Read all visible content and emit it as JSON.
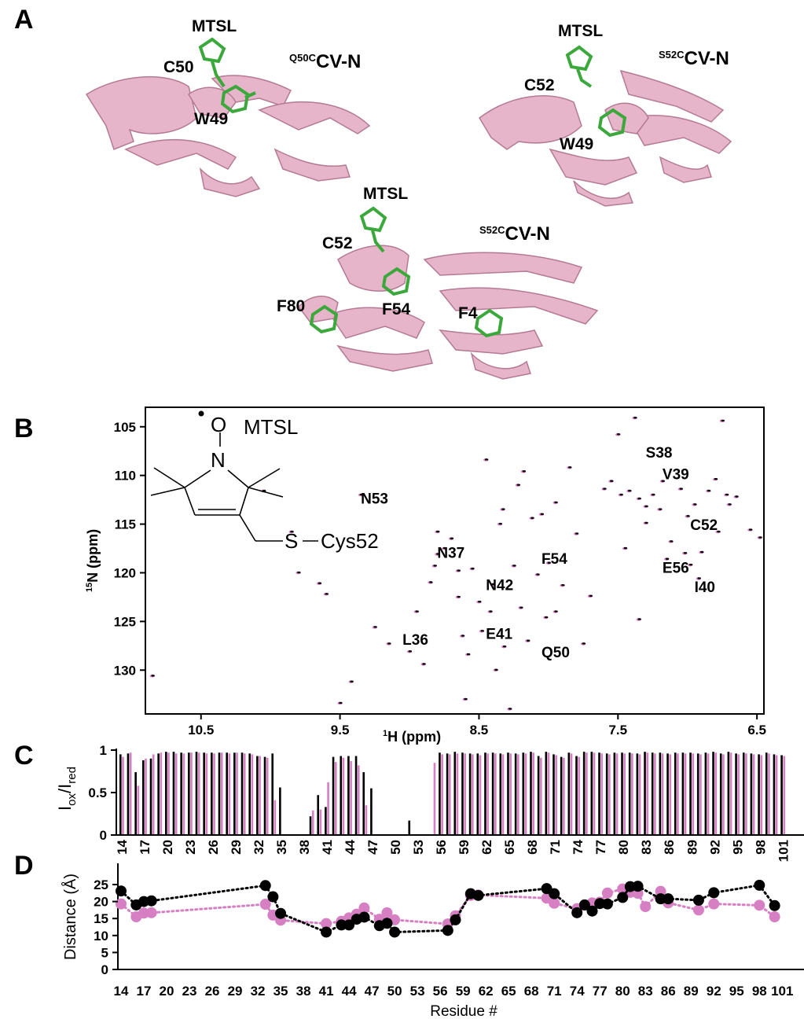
{
  "panel_labels": {
    "A": "A",
    "B": "B",
    "C": "C",
    "D": "D"
  },
  "colors": {
    "pink": "#d67fc3",
    "ribbon": "#e6b5c9",
    "ribbon_edge": "#b57a93",
    "stick_green": "#3aa83a",
    "black": "#000000"
  },
  "panel_a": {
    "structures": [
      {
        "name_super": "Q50C",
        "name": "CV-N",
        "labels": [
          "MTSL",
          "C50",
          "W49"
        ]
      },
      {
        "name_super": "S52C",
        "name": "CV-N",
        "labels": [
          "MTSL",
          "C52",
          "W49"
        ]
      },
      {
        "name_super": "S52C",
        "name": "CV-N",
        "labels": [
          "MTSL",
          "C52",
          "F80",
          "F54",
          "F4"
        ]
      }
    ]
  },
  "chart_data": [
    {
      "type": "scatter",
      "panel": "B",
      "xlabel_super": "1",
      "xlabel": "H (ppm)",
      "ylabel_super": "15",
      "ylabel": "N (ppm)",
      "xlim": [
        10.9,
        6.45
      ],
      "ylim": [
        134.5,
        103
      ],
      "xticks": [
        "10.5",
        "9.5",
        "8.5",
        "7.5",
        "6.5"
      ],
      "yticks": [
        "105",
        "110",
        "115",
        "120",
        "125",
        "130"
      ],
      "inset": {
        "label": "MTSL",
        "atoms": [
          "O",
          "N",
          "S"
        ],
        "residue": "Cys52"
      },
      "peak_labels": [
        {
          "text": "S38",
          "h": 7.3,
          "n": 107.7
        },
        {
          "text": "V39",
          "h": 7.18,
          "n": 109.9
        },
        {
          "text": "N53",
          "h": 9.35,
          "n": 112.4
        },
        {
          "text": "C52",
          "h": 6.98,
          "n": 115.1
        },
        {
          "text": "N37",
          "h": 8.8,
          "n": 118.0
        },
        {
          "text": "F54",
          "h": 8.05,
          "n": 118.6
        },
        {
          "text": "E56",
          "h": 7.18,
          "n": 119.5
        },
        {
          "text": "N42",
          "h": 8.45,
          "n": 121.3
        },
        {
          "text": "I40",
          "h": 6.95,
          "n": 121.5
        },
        {
          "text": "L36",
          "h": 9.05,
          "n": 126.9
        },
        {
          "text": "E41",
          "h": 8.45,
          "n": 126.3
        },
        {
          "text": "Q50",
          "h": 8.05,
          "n": 128.2
        }
      ],
      "peaks": [
        [
          10.85,
          130.6
        ],
        [
          10.05,
          111.6
        ],
        [
          9.85,
          115.8
        ],
        [
          9.8,
          120.0
        ],
        [
          9.6,
          122.2
        ],
        [
          9.5,
          133.4
        ],
        [
          9.42,
          131.2
        ],
        [
          9.35,
          112.0
        ],
        [
          9.25,
          125.6
        ],
        [
          9.15,
          127.3
        ],
        [
          9.0,
          128.1
        ],
        [
          8.95,
          124.0
        ],
        [
          8.9,
          129.4
        ],
        [
          8.85,
          121.0
        ],
        [
          8.82,
          119.3
        ],
        [
          8.8,
          115.8
        ],
        [
          8.8,
          118.1
        ],
        [
          8.75,
          117.5
        ],
        [
          8.7,
          116.5
        ],
        [
          8.65,
          122.5
        ],
        [
          8.62,
          126.5
        ],
        [
          8.6,
          133.0
        ],
        [
          8.55,
          119.6
        ],
        [
          8.5,
          123.0
        ],
        [
          8.48,
          126.0
        ],
        [
          8.45,
          108.4
        ],
        [
          8.42,
          124.0
        ],
        [
          8.4,
          121.2
        ],
        [
          8.35,
          115.0
        ],
        [
          8.33,
          113.5
        ],
        [
          8.32,
          127.6
        ],
        [
          8.28,
          134.0
        ],
        [
          8.25,
          119.3
        ],
        [
          8.22,
          111.0
        ],
        [
          8.2,
          123.6
        ],
        [
          8.18,
          109.6
        ],
        [
          8.15,
          127.0
        ],
        [
          8.12,
          114.4
        ],
        [
          8.08,
          120.2
        ],
        [
          8.05,
          114.0
        ],
        [
          8.02,
          124.6
        ],
        [
          8.0,
          119.0
        ],
        [
          7.95,
          112.8
        ],
        [
          7.9,
          121.3
        ],
        [
          7.85,
          109.2
        ],
        [
          7.8,
          116.0
        ],
        [
          7.75,
          127.3
        ],
        [
          7.7,
          122.4
        ],
        [
          7.6,
          111.4
        ],
        [
          7.55,
          110.6
        ],
        [
          7.5,
          105.8
        ],
        [
          7.48,
          112.0
        ],
        [
          7.45,
          117.5
        ],
        [
          7.42,
          111.6
        ],
        [
          7.38,
          104.1
        ],
        [
          7.35,
          112.4
        ],
        [
          7.3,
          113.2
        ],
        [
          7.3,
          114.9
        ],
        [
          7.25,
          112.0
        ],
        [
          7.2,
          113.5
        ],
        [
          7.18,
          110.6
        ],
        [
          7.15,
          118.6
        ],
        [
          7.12,
          116.8
        ],
        [
          7.05,
          111.4
        ],
        [
          7.0,
          114.2
        ],
        [
          6.98,
          119.2
        ],
        [
          6.95,
          113.0
        ],
        [
          6.92,
          120.6
        ],
        [
          6.9,
          117.9
        ],
        [
          6.85,
          111.6
        ],
        [
          6.8,
          110.4
        ],
        [
          6.78,
          115.8
        ],
        [
          6.75,
          104.4
        ],
        [
          6.72,
          112.0
        ],
        [
          6.7,
          113.0
        ],
        [
          6.65,
          112.2
        ],
        [
          6.55,
          115.6
        ],
        [
          6.48,
          116.4
        ],
        [
          7.35,
          124.8
        ],
        [
          7.02,
          118.0
        ],
        [
          9.65,
          121.1
        ],
        [
          8.58,
          128.4
        ],
        [
          8.38,
          130.0
        ],
        [
          7.95,
          124.0
        ],
        [
          8.65,
          119.8
        ]
      ]
    },
    {
      "type": "bar",
      "panel": "C",
      "ylabel": "I_ox/I_red",
      "ylabel_parts": {
        "I1": "I",
        "sub1": "ox",
        "slash": "/I",
        "sub2": "red"
      },
      "ylim": [
        0,
        1
      ],
      "yticks": [
        "0",
        "0.5",
        "1"
      ],
      "residues": [
        14,
        15,
        16,
        17,
        18,
        19,
        20,
        21,
        22,
        23,
        24,
        25,
        26,
        27,
        28,
        29,
        30,
        31,
        32,
        33,
        34,
        35,
        36,
        37,
        38,
        39,
        40,
        41,
        42,
        43,
        44,
        45,
        46,
        47,
        48,
        49,
        50,
        51,
        52,
        53,
        54,
        55,
        56,
        57,
        58,
        59,
        60,
        61,
        62,
        63,
        64,
        65,
        66,
        67,
        68,
        69,
        70,
        71,
        72,
        73,
        74,
        75,
        76,
        77,
        78,
        79,
        80,
        81,
        82,
        83,
        84,
        85,
        86,
        87,
        88,
        89,
        90,
        91,
        92,
        93,
        94,
        95,
        96,
        97,
        98,
        99,
        100,
        101
      ],
      "series": [
        {
          "name": "black",
          "values": [
            0.95,
            0.96,
            0.74,
            0.88,
            0.9,
            0.96,
            0.98,
            0.98,
            0.97,
            0.97,
            0.98,
            0.97,
            0.97,
            0.97,
            0.97,
            0.97,
            0.97,
            0.96,
            0.93,
            0.92,
            0.96,
            0.56,
            0,
            0,
            0,
            0.22,
            0.47,
            0.33,
            0.92,
            0.93,
            0.93,
            0.93,
            0.74,
            0.55,
            0,
            0,
            0,
            0,
            0.17,
            0,
            0,
            0,
            0.97,
            0.96,
            0.98,
            0.97,
            0.96,
            0.96,
            0.97,
            0.97,
            0.96,
            0.97,
            0.96,
            0.97,
            0.98,
            0.93,
            0.98,
            0.95,
            0.92,
            0.97,
            0.93,
            0.98,
            0.98,
            0.97,
            0.96,
            0.97,
            0.97,
            0.97,
            0.96,
            0.98,
            0.97,
            0.97,
            0.96,
            0.97,
            0.97,
            0.97,
            0.96,
            0.97,
            0.98,
            0.96,
            0.98,
            0.96,
            0.97,
            0.96,
            0.95,
            0.97,
            0.95,
            0.94
          ]
        },
        {
          "name": "pink",
          "values": [
            0.92,
            0.97,
            0.58,
            0.9,
            0.95,
            0.97,
            0.97,
            0.96,
            0.96,
            0.97,
            0.97,
            0.96,
            0.96,
            0.97,
            0.96,
            0.97,
            0.96,
            0.95,
            0.93,
            0.91,
            0.41,
            0,
            0,
            0,
            0,
            0.29,
            0.3,
            0.62,
            0.86,
            0.91,
            0.87,
            0.82,
            0.35,
            0,
            0,
            0,
            0,
            0,
            0,
            0,
            0,
            0.85,
            0.95,
            0.95,
            0.96,
            0.96,
            0.95,
            0.94,
            0.96,
            0.96,
            0.95,
            0.96,
            0.95,
            0.96,
            0.97,
            0.91,
            0.97,
            0.94,
            0.91,
            0.96,
            0.92,
            0.97,
            0.97,
            0.96,
            0.95,
            0.96,
            0.96,
            0.96,
            0.95,
            0.97,
            0.96,
            0.96,
            0.95,
            0.96,
            0.96,
            0.96,
            0.95,
            0.96,
            0.97,
            0.95,
            0.97,
            0.95,
            0.96,
            0.95,
            0.94,
            0.96,
            0.94,
            0.93
          ]
        }
      ],
      "xticks": [
        "14",
        "17",
        "20",
        "23",
        "26",
        "29",
        "32",
        "35",
        "38",
        "41",
        "44",
        "47",
        "50",
        "53",
        "56",
        "59",
        "62",
        "65",
        "68",
        "71",
        "74",
        "77",
        "80",
        "83",
        "86",
        "89",
        "92",
        "95",
        "98",
        "101"
      ]
    },
    {
      "type": "line",
      "panel": "D",
      "xlabel": "Residue #",
      "ylabel": "Distance (Å)",
      "ylim": [
        0,
        25
      ],
      "yticks": [
        "0",
        "5",
        "10",
        "15",
        "20",
        "25"
      ],
      "xticks": [
        "14",
        "17",
        "20",
        "23",
        "26",
        "29",
        "32",
        "35",
        "38",
        "41",
        "44",
        "47",
        "50",
        "53",
        "56",
        "59",
        "62",
        "65",
        "68",
        "71",
        "74",
        "77",
        "80",
        "83",
        "86",
        "89",
        "92",
        "95",
        "98",
        "101"
      ],
      "series": [
        {
          "name": "pink",
          "points": [
            [
              14,
              19.3
            ],
            [
              16,
              15.5
            ],
            [
              17,
              16.6
            ],
            [
              18,
              16.7
            ],
            [
              33,
              19.2
            ],
            [
              34,
              16.0
            ],
            [
              35,
              14.5
            ],
            [
              41,
              13.5
            ],
            [
              43,
              14.2
            ],
            [
              44,
              15.2
            ],
            [
              45,
              16.3
            ],
            [
              46,
              18.1
            ],
            [
              48,
              14.8
            ],
            [
              49,
              16.7
            ],
            [
              50,
              14.6
            ],
            [
              57,
              13.4
            ],
            [
              58,
              15.8
            ],
            [
              60,
              21.8
            ],
            [
              61,
              21.9
            ],
            [
              70,
              21.0
            ],
            [
              71,
              19.5
            ],
            [
              74,
              17.9
            ],
            [
              75,
              18.9
            ],
            [
              76,
              19.6
            ],
            [
              77,
              19.8
            ],
            [
              78,
              22.5
            ],
            [
              80,
              23.7
            ],
            [
              81,
              22.7
            ],
            [
              82,
              22.4
            ],
            [
              83,
              18.5
            ],
            [
              85,
              23.0
            ],
            [
              86,
              19.6
            ],
            [
              90,
              17.5
            ],
            [
              92,
              19.3
            ],
            [
              98,
              18.9
            ],
            [
              100,
              15.5
            ]
          ]
        },
        {
          "name": "black",
          "points": [
            [
              14,
              23.1
            ],
            [
              16,
              19.0
            ],
            [
              17,
              20.0
            ],
            [
              18,
              20.2
            ],
            [
              33,
              24.7
            ],
            [
              34,
              21.4
            ],
            [
              35,
              16.5
            ],
            [
              41,
              11.0
            ],
            [
              43,
              13.1
            ],
            [
              44,
              13.1
            ],
            [
              45,
              14.8
            ],
            [
              46,
              15.4
            ],
            [
              48,
              12.9
            ],
            [
              49,
              13.6
            ],
            [
              50,
              11.0
            ],
            [
              57,
              11.5
            ],
            [
              58,
              14.6
            ],
            [
              60,
              22.3
            ],
            [
              61,
              21.8
            ],
            [
              70,
              23.8
            ],
            [
              71,
              22.3
            ],
            [
              74,
              16.7
            ],
            [
              75,
              19.0
            ],
            [
              76,
              17.2
            ],
            [
              77,
              19.4
            ],
            [
              78,
              19.3
            ],
            [
              80,
              21.2
            ],
            [
              81,
              24.4
            ],
            [
              82,
              24.5
            ],
            [
              85,
              20.8
            ],
            [
              86,
              20.8
            ],
            [
              90,
              20.4
            ],
            [
              92,
              22.6
            ],
            [
              98,
              24.8
            ],
            [
              100,
              18.8
            ]
          ]
        }
      ]
    }
  ]
}
